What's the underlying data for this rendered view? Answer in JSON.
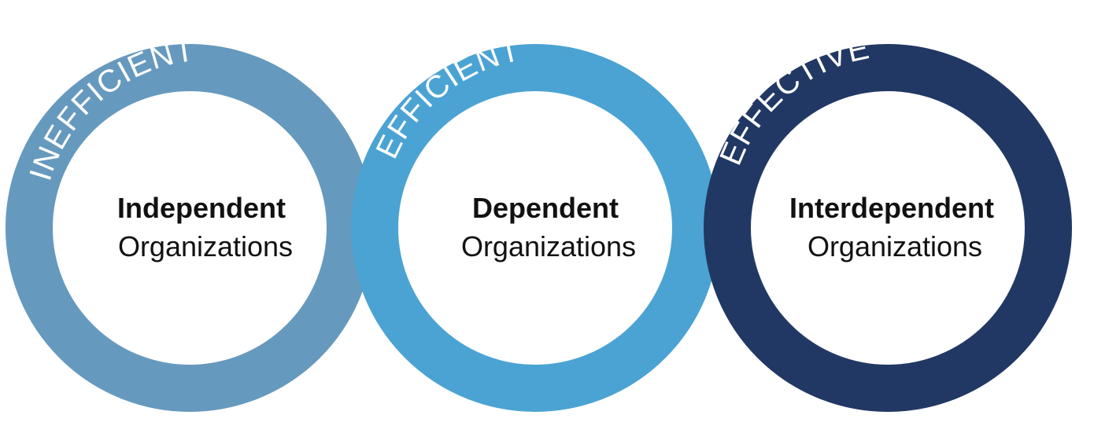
{
  "colors": {
    "ring_1": "#6699BE",
    "ring_2": "#4BA3D3",
    "ring_3": "#223864",
    "ring_text": "#FFFFFF",
    "label_text": "#111111"
  },
  "rings": [
    {
      "arc_label": "INEFFICIENT",
      "title": "Independent",
      "subtitle": "Organizations"
    },
    {
      "arc_label": "EFFICIENT",
      "title": "Dependent",
      "subtitle": "Organizations"
    },
    {
      "arc_label": "EFFECTIVE",
      "title": "Interdependent",
      "subtitle": "Organizations"
    }
  ]
}
